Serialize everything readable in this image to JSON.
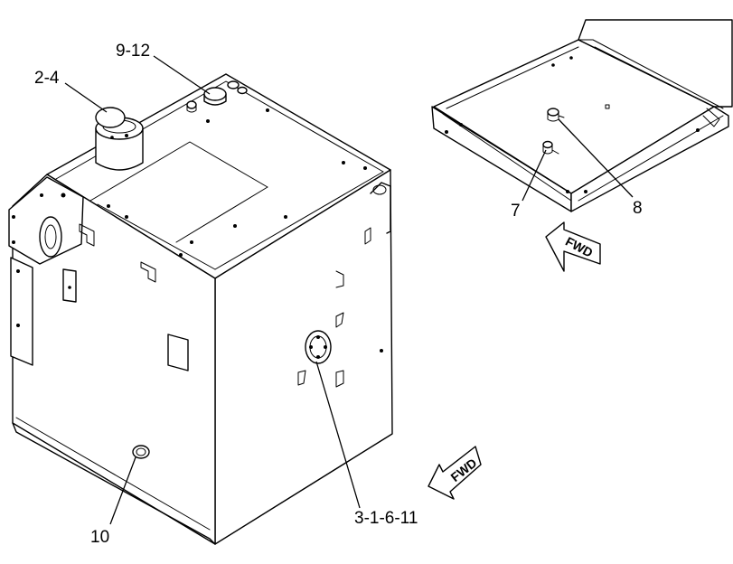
{
  "callouts": {
    "c_2_4": "2-4",
    "c_9_12": "9-12",
    "c_7": "7",
    "c_8": "8",
    "c_10": "10",
    "c_3_1_6_11": "3-1-6-11"
  },
  "arrows": {
    "fwd_upper": "FWD",
    "fwd_lower": "FWD"
  },
  "colors": {
    "line": "#000000",
    "background": "#ffffff"
  }
}
